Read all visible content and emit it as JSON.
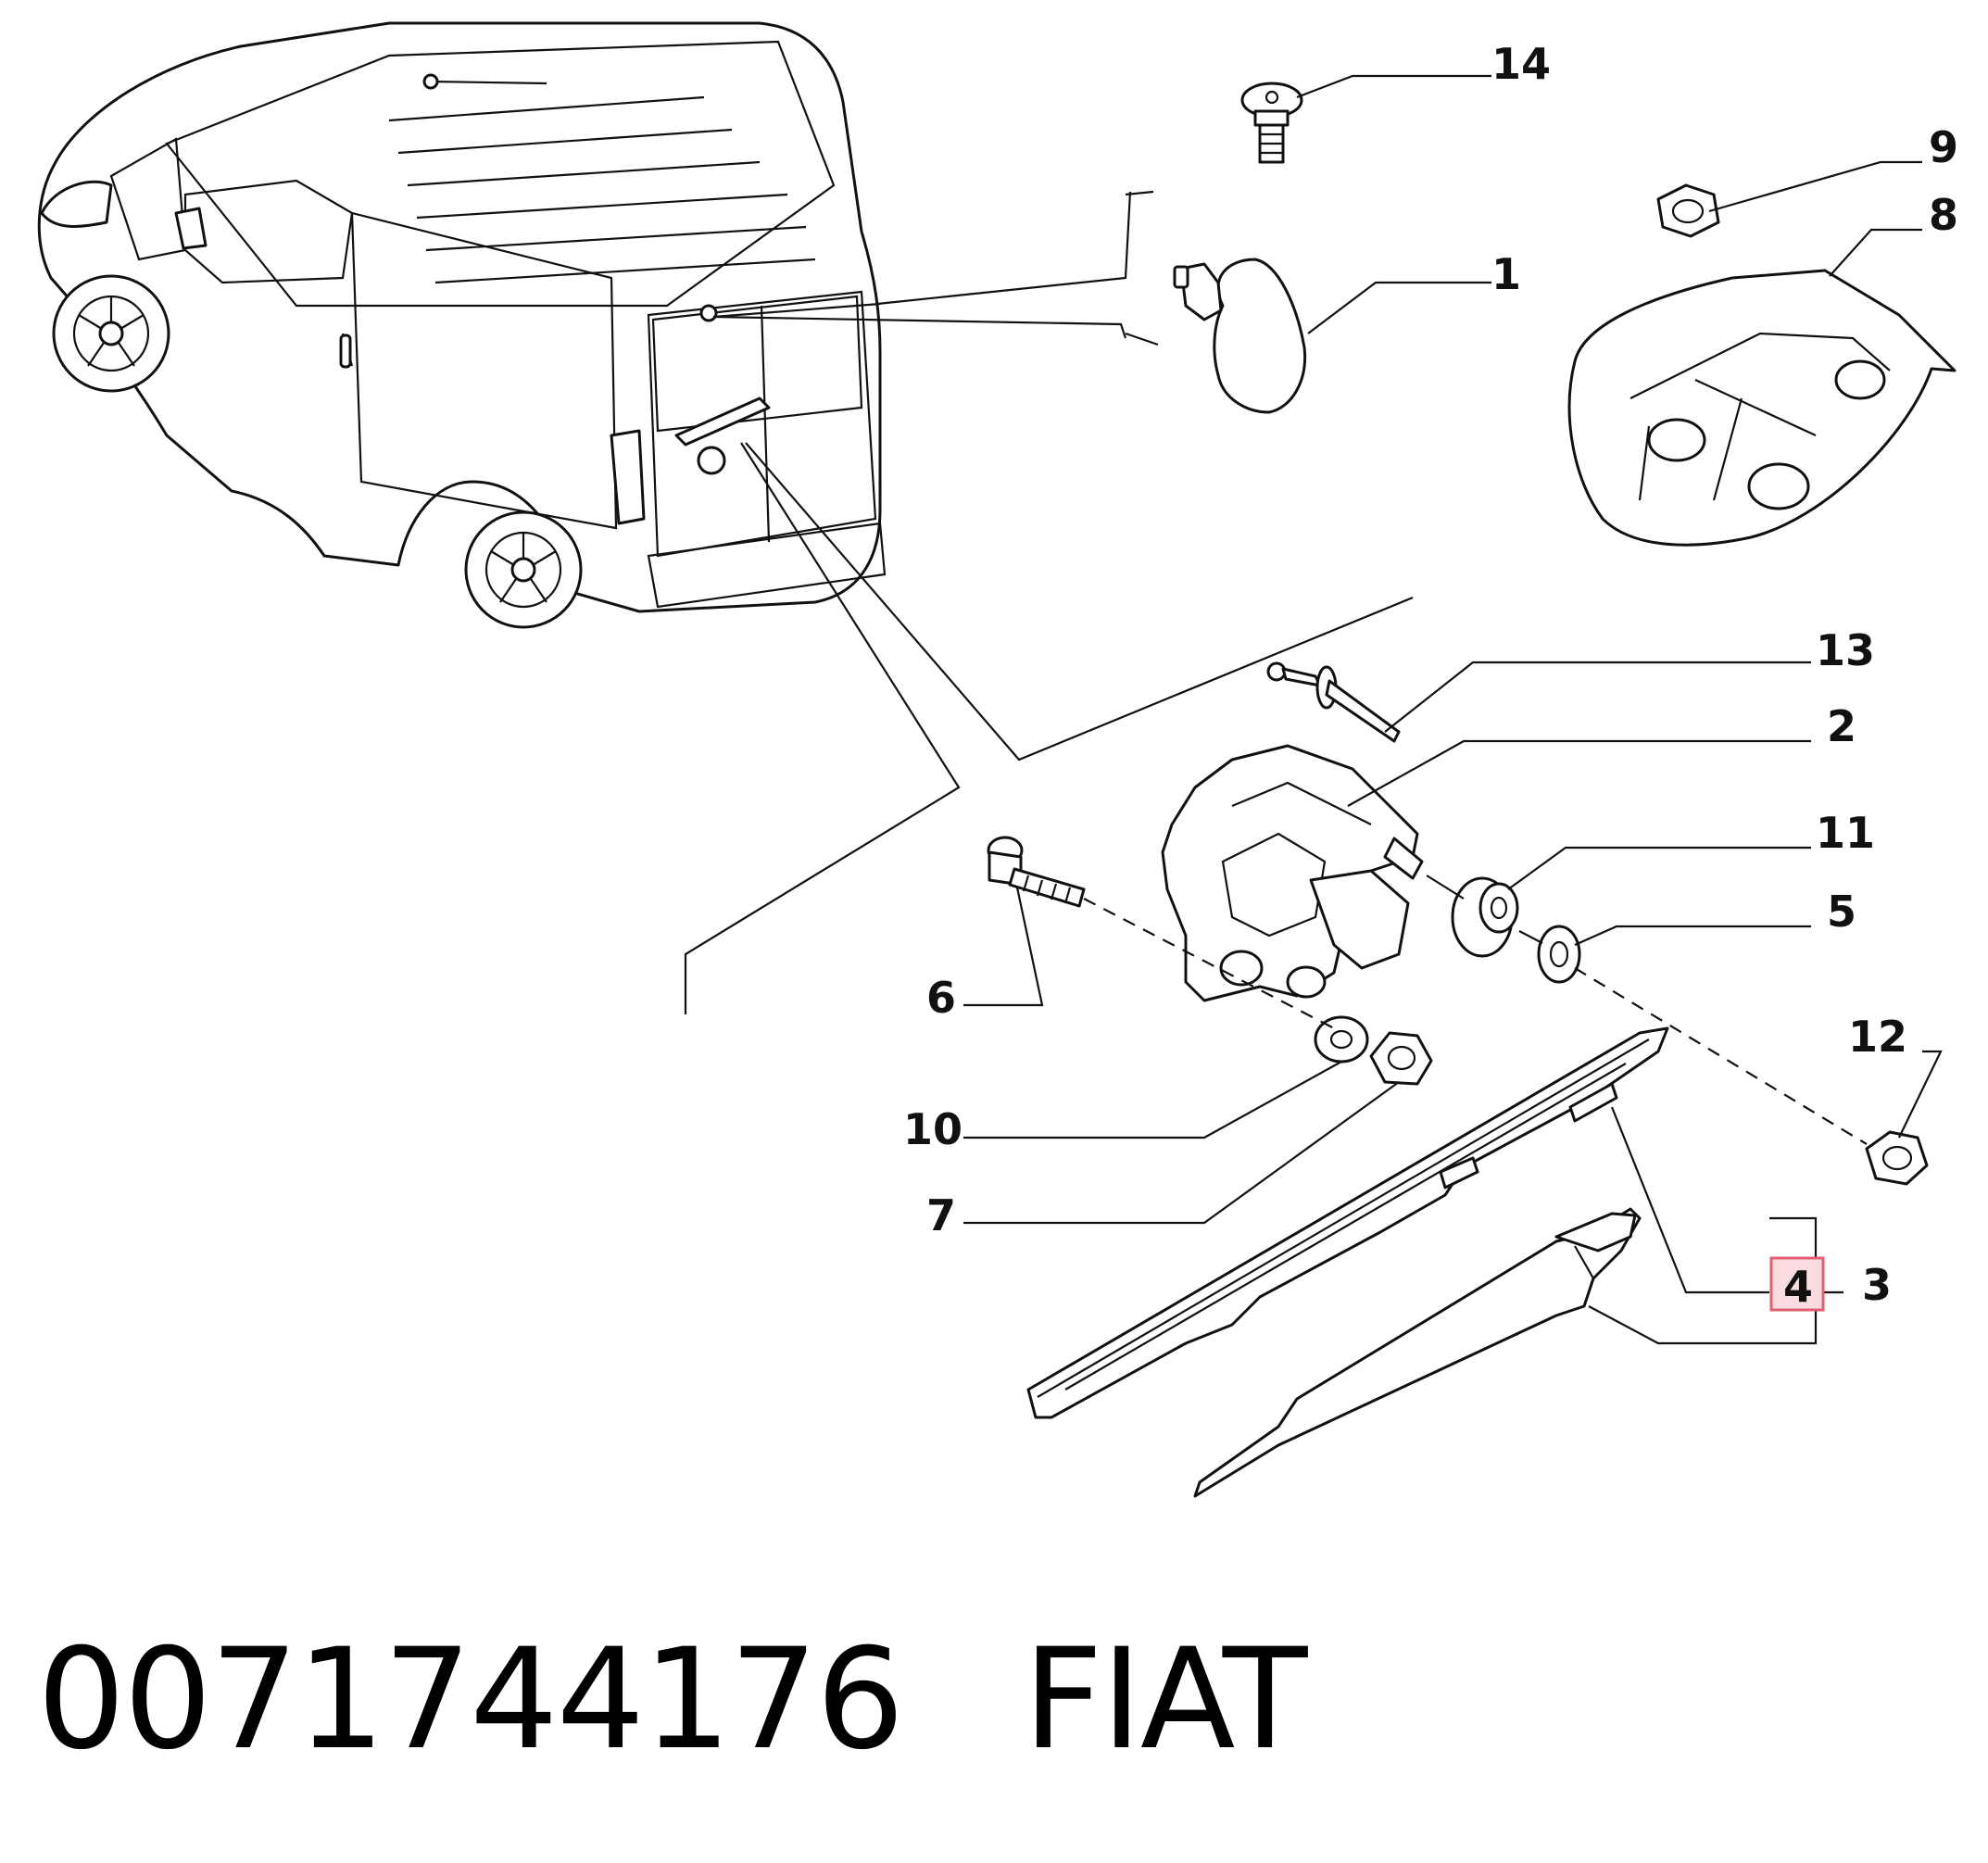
{
  "callouts": {
    "c1": "1",
    "c2": "2",
    "c3": "3",
    "c4": "4",
    "c5": "5",
    "c6": "6",
    "c7": "7",
    "c8": "8",
    "c9": "9",
    "c10": "10",
    "c11": "11",
    "c12": "12",
    "c13": "13",
    "c14": "14"
  },
  "highlighted_callout": "4",
  "colors": {
    "highlight_fill": "#fadbe0",
    "highlight_border": "#e06070",
    "line": "#111111"
  },
  "caption": {
    "part_number": "0071744176",
    "brand": "FIAT"
  }
}
